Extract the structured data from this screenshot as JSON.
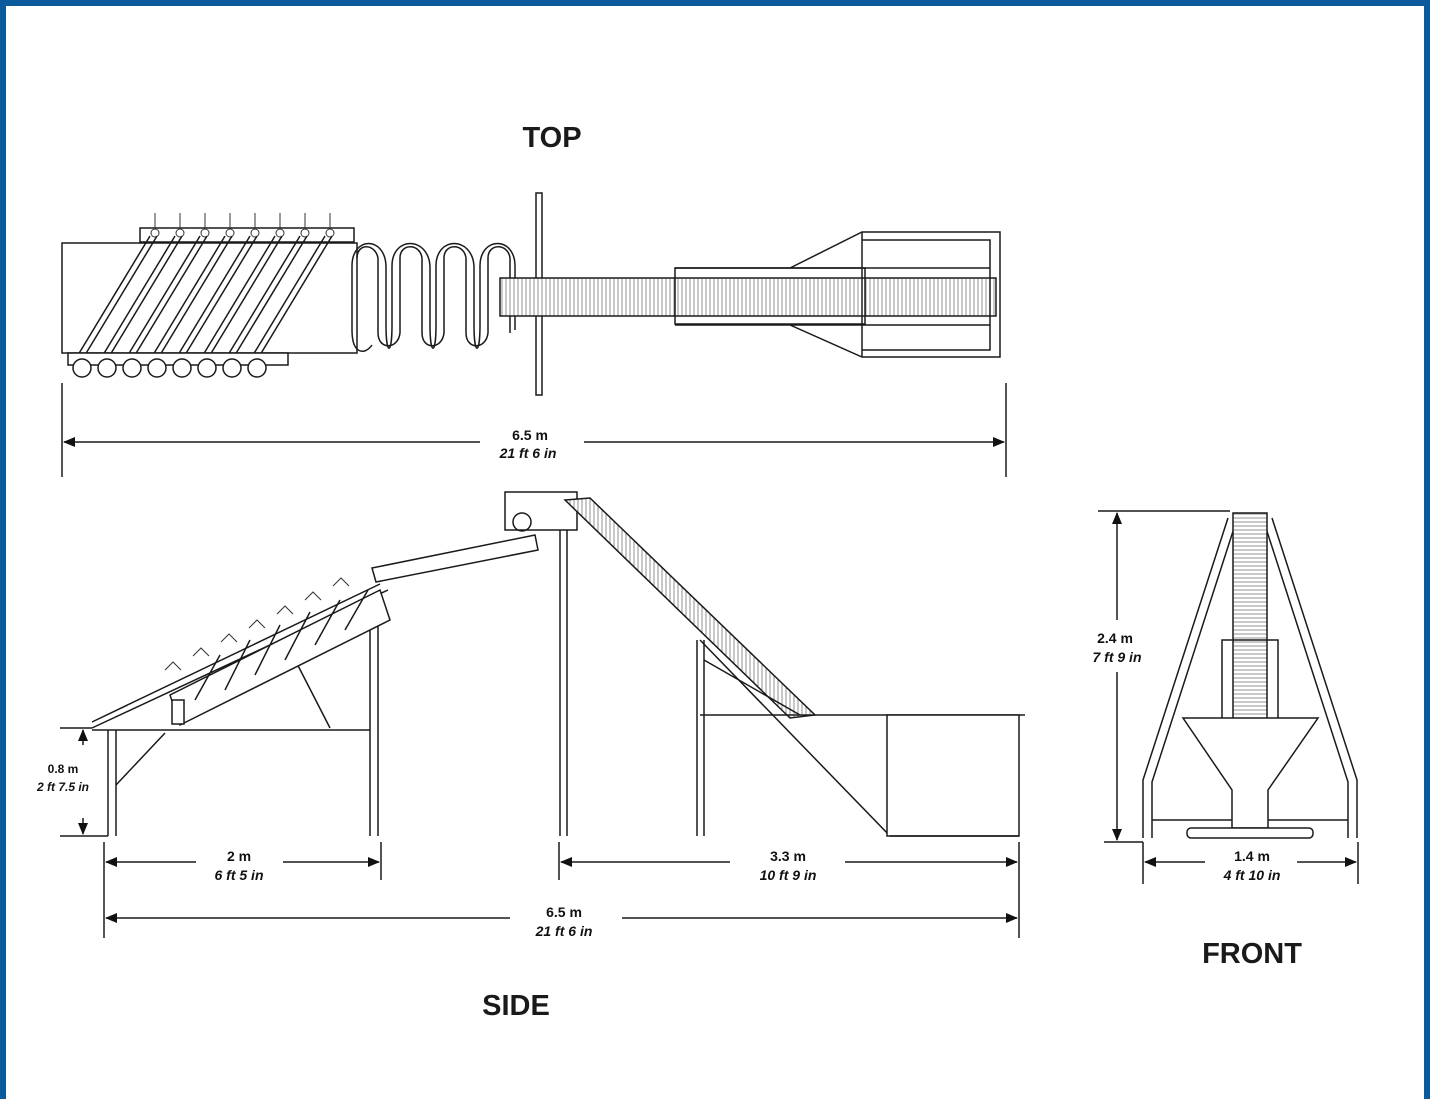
{
  "views": {
    "top": "TOP",
    "side": "SIDE",
    "front": "FRONT"
  },
  "dimensions": {
    "top_length": {
      "metric": "6.5 m",
      "imperial": "21 ft 6 in"
    },
    "side_height": {
      "metric": "0.8 m",
      "imperial": "2 ft 7.5 in"
    },
    "side_washer_length": {
      "metric": "2 m",
      "imperial": "6 ft 5 in"
    },
    "side_conveyor_length": {
      "metric": "3.3 m",
      "imperial": "10 ft 9 in"
    },
    "side_total_length": {
      "metric": "6.5 m",
      "imperial": "21 ft 6 in"
    },
    "front_height": {
      "metric": "2.4 m",
      "imperial": "7 ft 9 in"
    },
    "front_width": {
      "metric": "1.4 m",
      "imperial": "4 ft 10 in"
    }
  },
  "colors": {
    "frame": "#0a5a9c",
    "line": "#1a1a1a"
  }
}
